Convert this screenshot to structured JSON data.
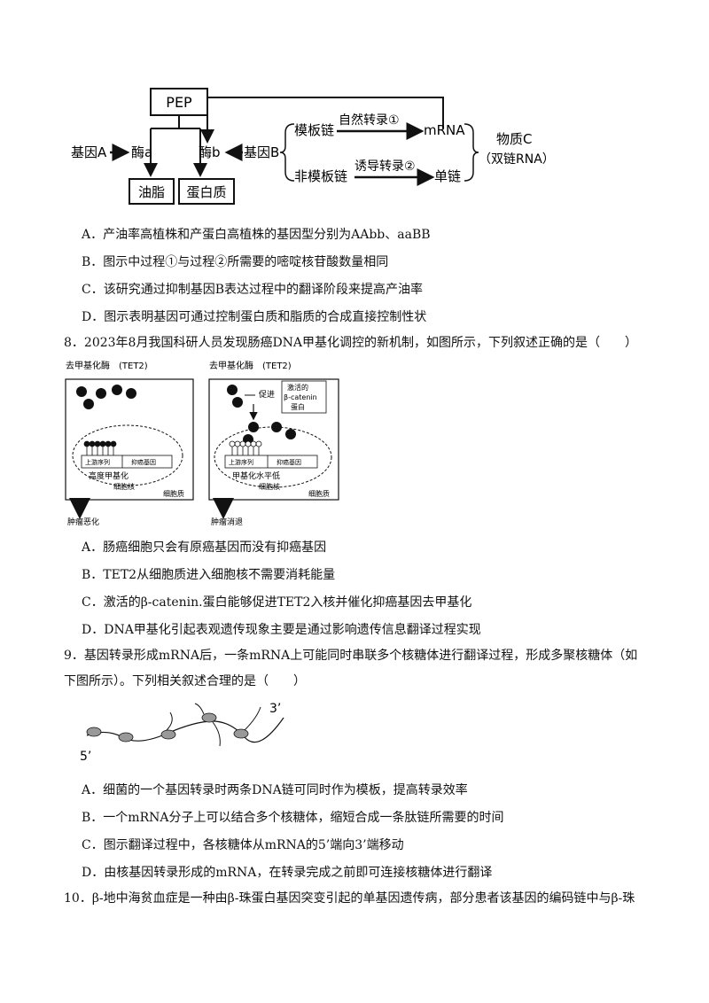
{
  "diagram1": {
    "pep": "PEP",
    "gene_a": "基因A",
    "enzyme_a": "酶a",
    "enzyme_b": "酶b",
    "gene_b": "基因B",
    "oil": "油脂",
    "protein": "蛋白质",
    "template": "模板链",
    "non_template": "非模板链",
    "natural": "自然转录①",
    "induced": "诱导转录②",
    "mrna": "mRNA",
    "single": "单链",
    "substance_c": "物质C",
    "dsrna": "（双链RNA）"
  },
  "q7_options": [
    "A．产油率高植株和产蛋白高植株的基因型分别为AAbb、aaBB",
    "B．图示中过程①与过程②所需要的嘧啶核苷酸数量相同",
    "C．该研究通过抑制基因B表达过程中的翻译阶段来提高产油率",
    "D．图示表明基因可通过控制蛋白质和脂质的合成直接控制性状"
  ],
  "q8_stem": "8．2023年8月我国科研人员发现肠癌DNA甲基化调控的新机制，如图所示，下列叙述正确的是（　　）",
  "diagram2": {
    "left_label": "去甲基化酶　(TET2)",
    "right_label": "去甲基化酶　(TET2)",
    "promote": "促进",
    "activated": "激活的",
    "beta": "β-catenin",
    "protein": "蛋白",
    "upstream_l": "上游序列",
    "suppress_l": "抑癌基因",
    "upstream_r": "上游序列",
    "suppress_r": "抑癌基因",
    "high_meth": "高度甲基化",
    "low_meth": "甲基化水平低",
    "nucleus_l": "细胞核",
    "nucleus_r": "细胞核",
    "cyto_l": "细胞质",
    "cyto_r": "细胞质",
    "out_l": "肿瘤恶化",
    "out_r": "肿瘤消退"
  },
  "q8_options": [
    "A．肠癌细胞只会有原癌基因而没有抑癌基因",
    "B．TET2从细胞质进入细胞核不需要消耗能量",
    "C．激活的β-catenin.蛋白能够促进TET2入核并催化抑癌基因去甲基化",
    "D．DNA甲基化引起表观遗传现象主要是通过影响遗传信息翻译过程实现"
  ],
  "q9_stem_1": "9．基因转录形成mRNA后，一条mRNA上可能同时串联多个核糖体进行翻译过程，形成多聚核糖体（如",
  "q9_stem_2": "下图所示）。下列相关叙述合理的是（　　）",
  "diagram3": {
    "end3": "3’",
    "end5": "5’"
  },
  "q9_options": [
    "A．细菌的一个基因转录时两条DNA链可同时作为模板，提高转录效率",
    "B．一个mRNA分子上可以结合多个核糖体，缩短合成一条肽链所需要的时间",
    "C．图示翻译过程中，各核糖体从mRNA的5’端向3’端移动",
    "D．由核基因转录形成的mRNA，在转录完成之前即可连接核糖体进行翻译"
  ],
  "q10_stem": "10．β-地中海贫血症是一种由β-珠蛋白基因突变引起的单基因遗传病，部分患者该基因的编码链中与β-珠"
}
